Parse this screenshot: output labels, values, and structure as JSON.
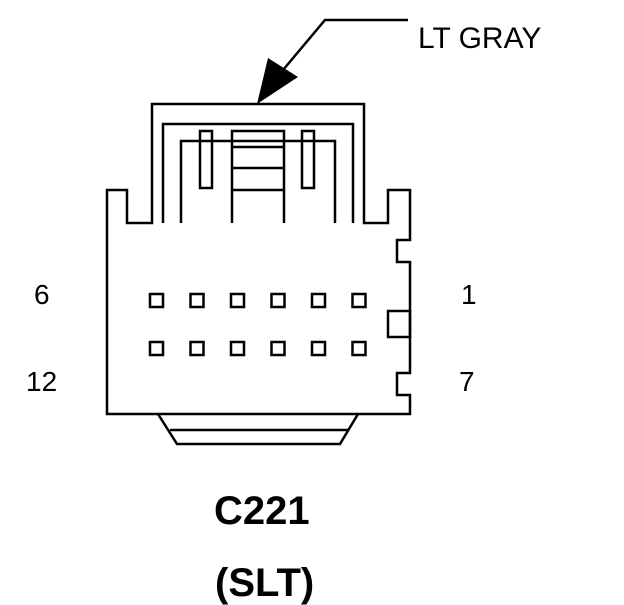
{
  "connector": {
    "id": "C221",
    "variant": "(SLT)",
    "color": "LT GRAY",
    "pins": {
      "top_left": "6",
      "top_right": "1",
      "bottom_left": "12",
      "bottom_right": "7"
    },
    "cavity_rows": 2,
    "cavities_per_row": 6
  },
  "colors": {
    "line": "#000000",
    "background": "#ffffff"
  }
}
